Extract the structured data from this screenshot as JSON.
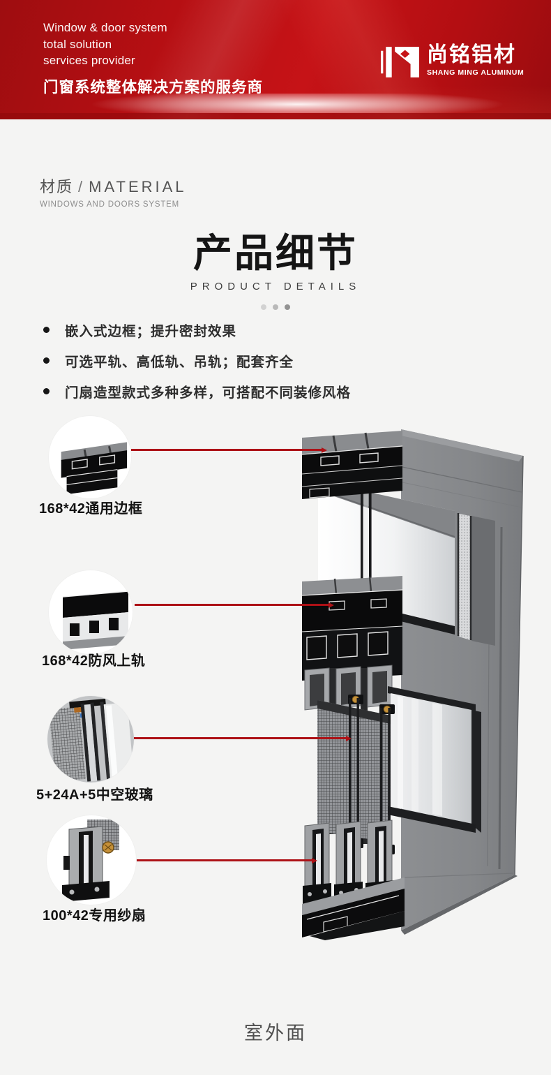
{
  "banner": {
    "tagline_en": [
      "Window & door system",
      "total solution",
      "services provider"
    ],
    "tagline_zh": "门窗系统整体解决方案的服务商",
    "logo": {
      "zh": "尚铭铝材",
      "en": "SHANG MING ALUMINUM"
    }
  },
  "section_header": {
    "zh": "材质",
    "divider": "/",
    "en": "MATERIAL",
    "subtitle": "WINDOWS AND DOORS SYSTEM"
  },
  "title": {
    "zh": "产品细节",
    "en": "PRODUCT DETAILS"
  },
  "features": [
    "嵌入式边框；提升密封效果",
    "可选平轨、高低轨、吊轨；配套齐全",
    "门扇造型款式多种多样，可搭配不同装修风格"
  ],
  "callouts": [
    {
      "label": "168*42通用边框"
    },
    {
      "label": "168*42防风上轨"
    },
    {
      "label": "5+24A+5中空玻璃"
    },
    {
      "label": "100*42专用纱扇"
    }
  ],
  "footer_label": "室外面",
  "colors": {
    "banner_red": "#bb1015",
    "accent_line": "#ad1116",
    "page_bg": "#f4f4f3"
  }
}
